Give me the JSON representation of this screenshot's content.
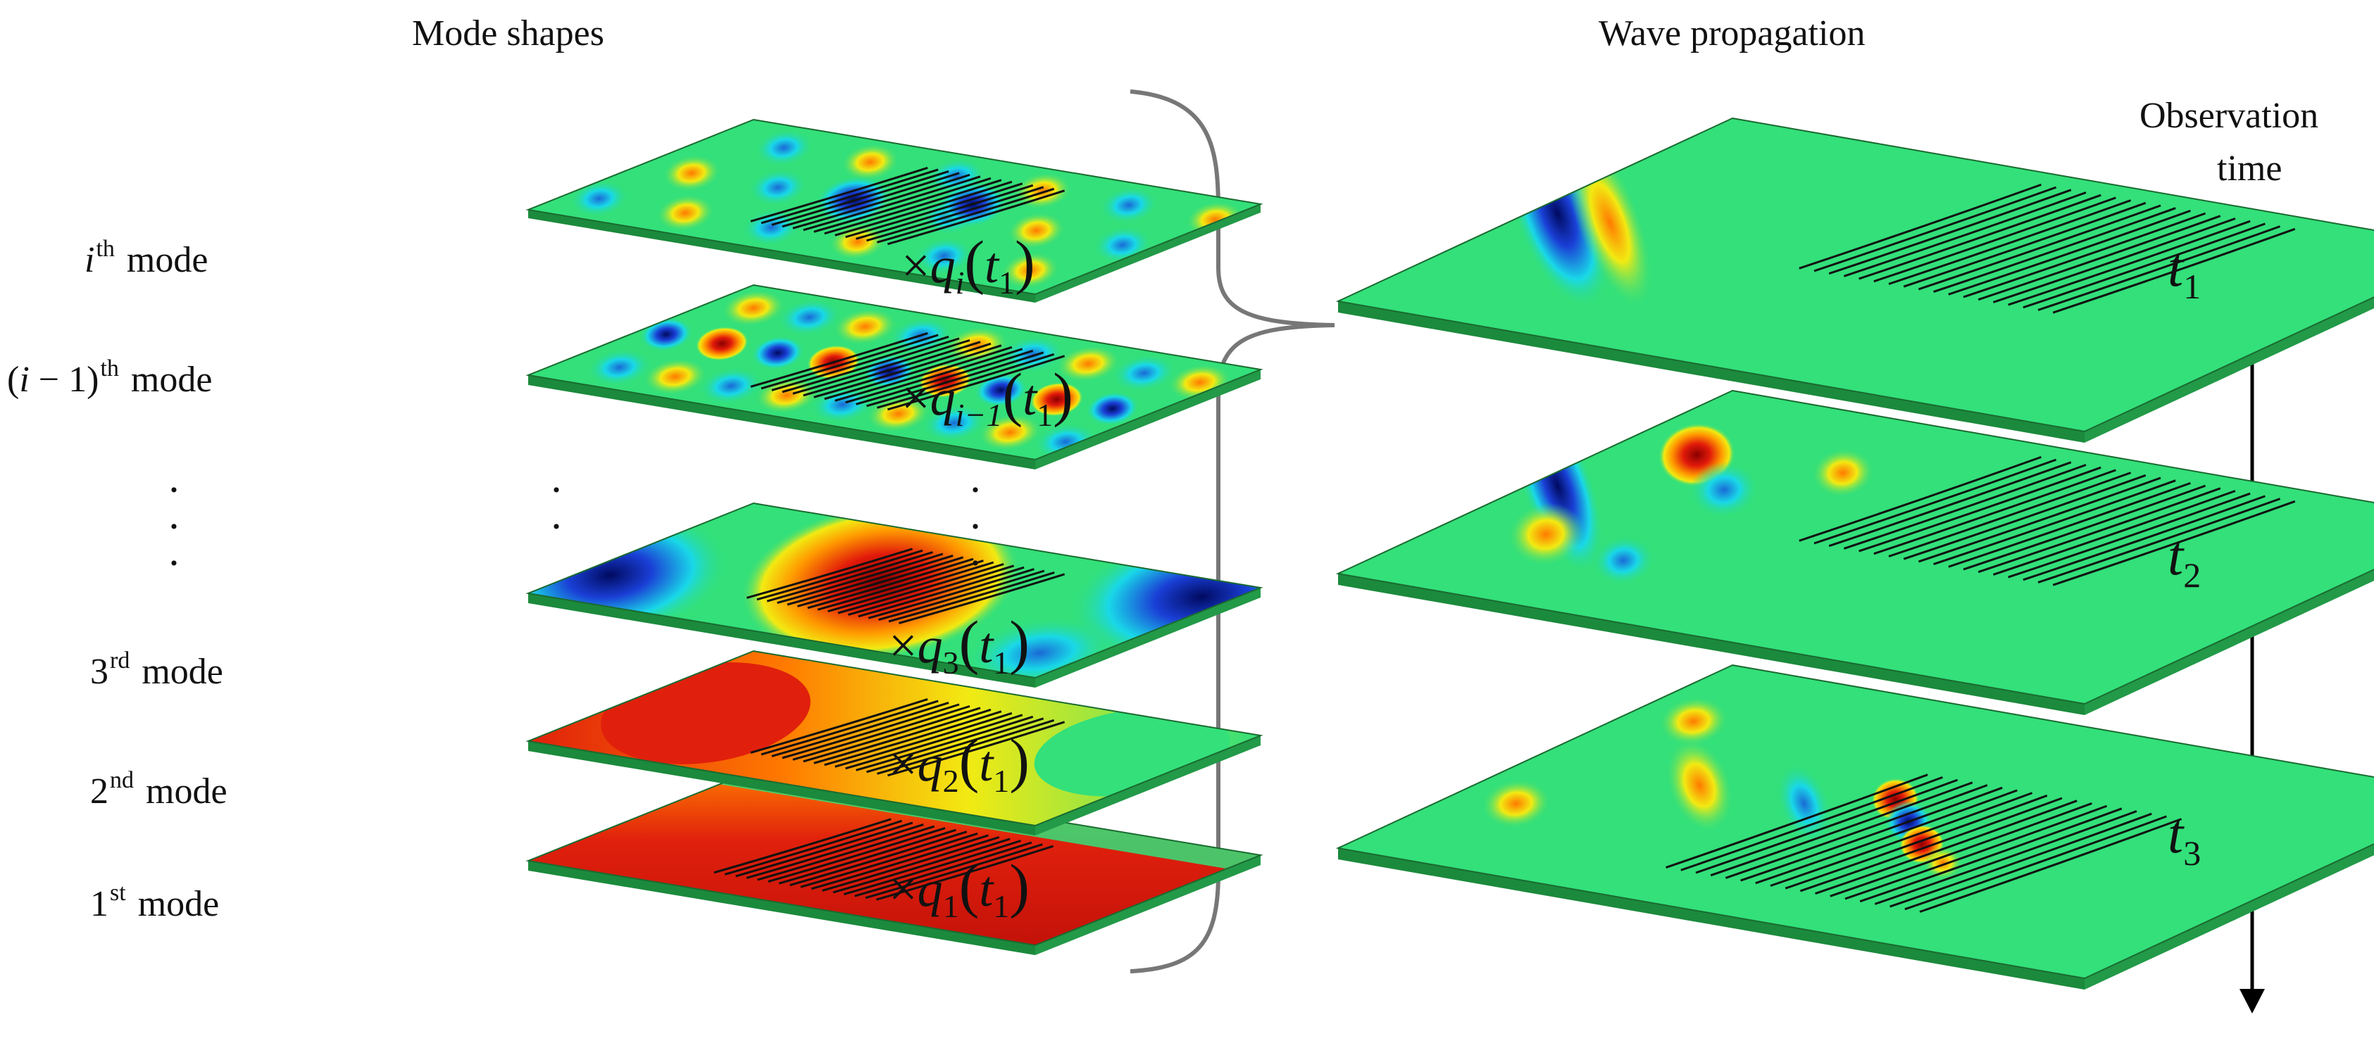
{
  "headers": {
    "left": "Mode shapes",
    "right": "Wave propagation",
    "obs_line1": "Observation",
    "obs_line2": "time"
  },
  "modes": [
    {
      "pre": "",
      "var": "i",
      "sup": "th",
      "post": " mode"
    },
    {
      "pre": "(",
      "var": "i",
      "post_var": " − 1)",
      "sup": "th",
      "post": " mode"
    },
    {
      "pre": "",
      "var": "",
      "num": "3",
      "sup": "rd",
      "post": " mode"
    },
    {
      "pre": "",
      "var": "",
      "num": "2",
      "sup": "nd",
      "post": " mode"
    },
    {
      "pre": "",
      "var": "",
      "num": "1",
      "sup": "st",
      "post": " mode"
    }
  ],
  "coefficients": [
    {
      "times": "×",
      "var": "q",
      "sub": "i",
      "arg_var": "t",
      "arg_sub": "1"
    },
    {
      "times": "×",
      "var": "q",
      "sub": "i−1",
      "arg_var": "t",
      "arg_sub": "1"
    },
    {
      "times": "×",
      "var": "q",
      "sub": "3",
      "arg_var": "t",
      "arg_sub": "1"
    },
    {
      "times": "×",
      "var": "q",
      "sub": "2",
      "arg_var": "t",
      "arg_sub": "1"
    },
    {
      "times": "×",
      "var": "q",
      "sub": "1",
      "arg_var": "t",
      "arg_sub": "1"
    }
  ],
  "times": [
    {
      "var": "t",
      "sub": "1"
    },
    {
      "var": "t",
      "sub": "2"
    },
    {
      "var": "t",
      "sub": "3"
    }
  ],
  "dots": "·",
  "colors": {
    "green": "#33e07a",
    "red": "#d8190f",
    "orange": "#ff7a00",
    "yellow": "#f2ea12",
    "cyan": "#19d8e8",
    "blue": "#1a3fd6",
    "darkblue": "#0a1a8a",
    "edge": "#1b8a3c"
  }
}
